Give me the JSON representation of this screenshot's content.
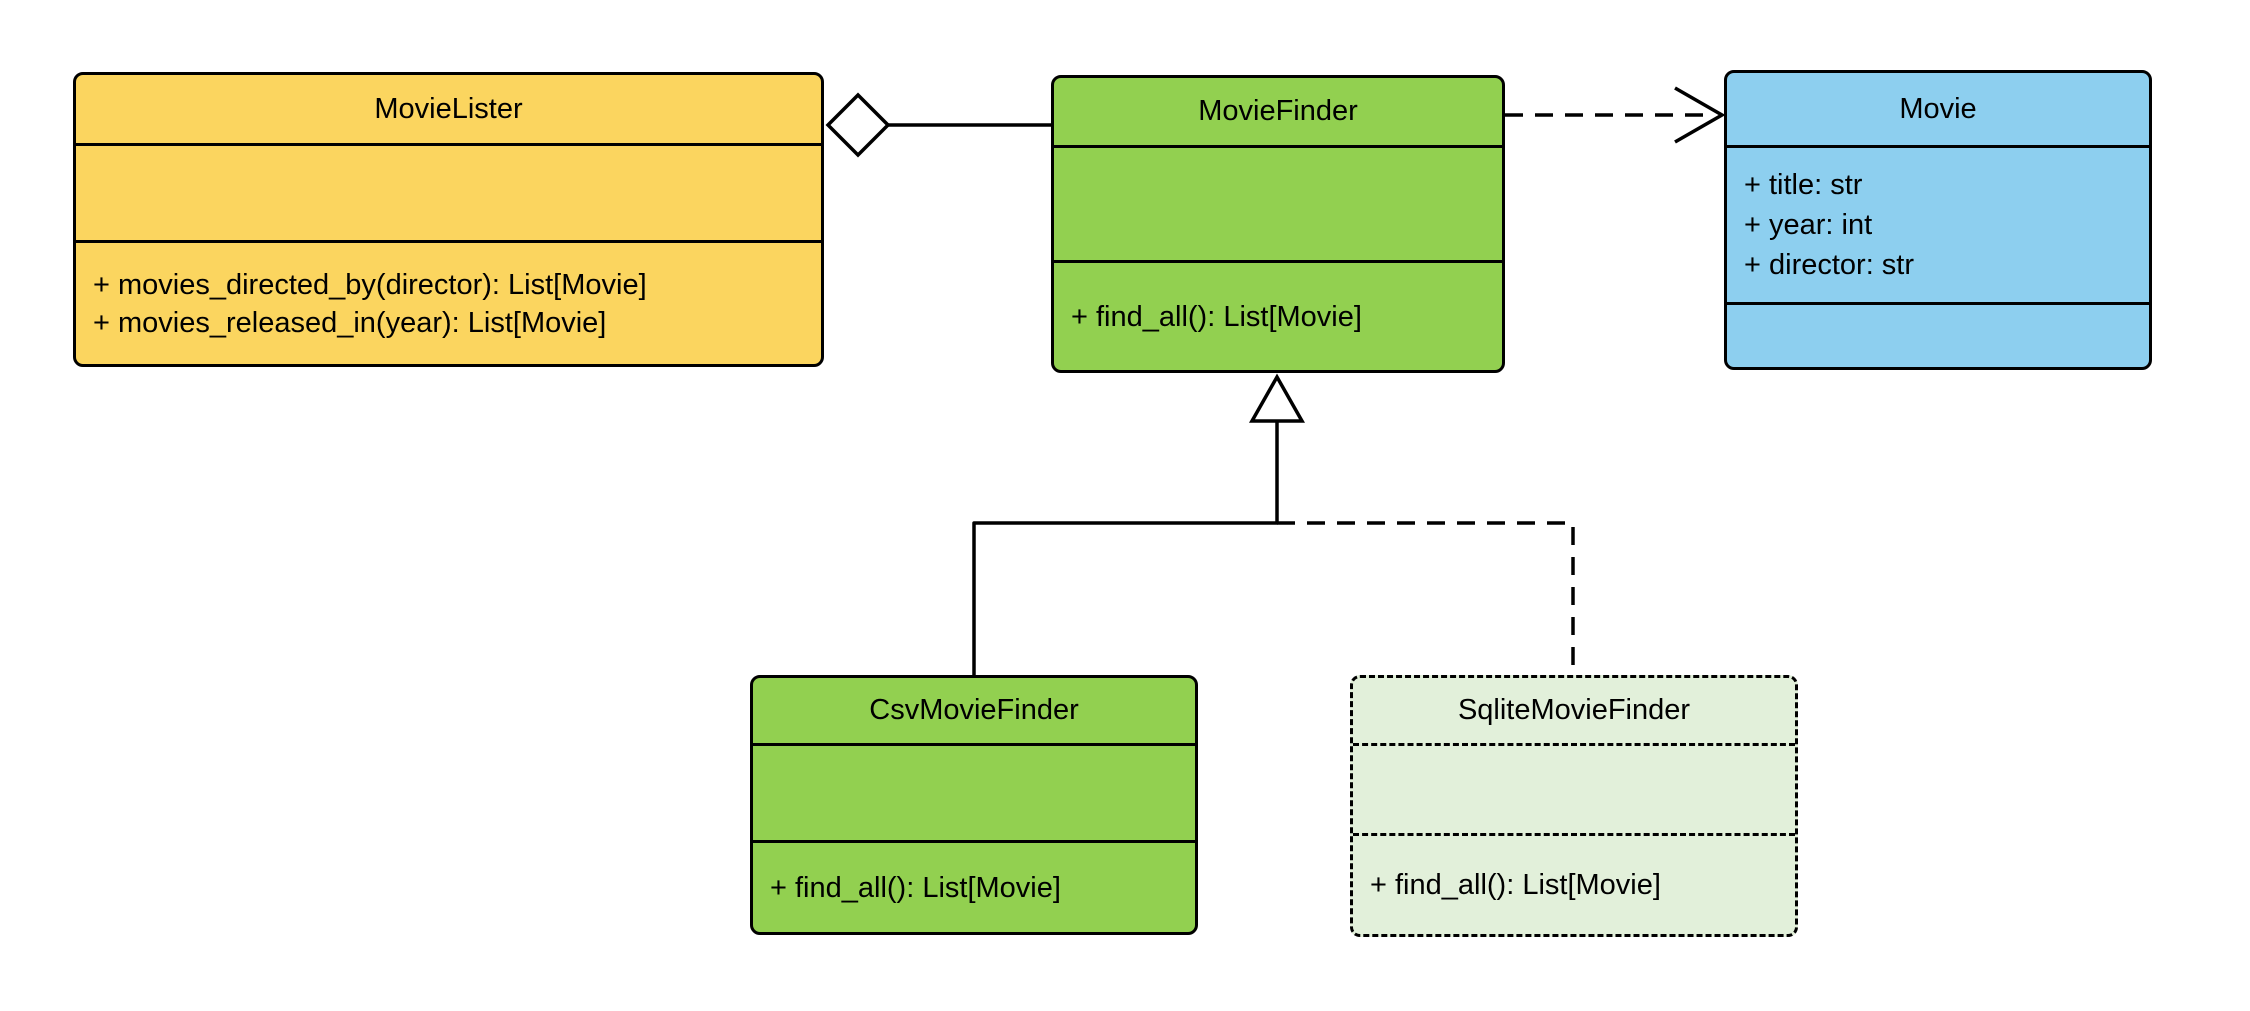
{
  "classes": {
    "movie_lister": {
      "name": "MovieLister",
      "attributes": [],
      "methods": [
        "+ movies_directed_by(director): List[Movie]",
        "+ movies_released_in(year): List[Movie]"
      ],
      "fill": "#FBD55F"
    },
    "movie_finder": {
      "name": "MovieFinder",
      "attributes": [],
      "methods": [
        "+ find_all(): List[Movie]"
      ],
      "fill": "#92D050"
    },
    "movie": {
      "name": "Movie",
      "attributes": [
        "+ title: str",
        "+ year: int",
        "+ director: str"
      ],
      "methods": [],
      "fill": "#8DCFEF"
    },
    "csv_movie_finder": {
      "name": "CsvMovieFinder",
      "attributes": [],
      "methods": [
        "+ find_all(): List[Movie]"
      ],
      "fill": "#92D050"
    },
    "sqlite_movie_finder": {
      "name": "SqliteMovieFinder",
      "attributes": [],
      "methods": [
        "+ find_all(): List[Movie]"
      ],
      "fill": "#E2F0DA"
    }
  },
  "relationships": [
    {
      "type": "aggregation",
      "from": "MovieLister",
      "to": "MovieFinder",
      "line": "solid",
      "marker": "hollow-diamond"
    },
    {
      "type": "dependency",
      "from": "MovieFinder",
      "to": "Movie",
      "line": "dashed",
      "marker": "open-arrow"
    },
    {
      "type": "generalization",
      "from": "CsvMovieFinder",
      "to": "MovieFinder",
      "line": "solid",
      "marker": "hollow-triangle"
    },
    {
      "type": "generalization",
      "from": "SqliteMovieFinder",
      "to": "MovieFinder",
      "line": "dashed",
      "marker": "hollow-triangle"
    }
  ],
  "colors": {
    "stroke": "#000000",
    "background": "#FFFFFF"
  }
}
